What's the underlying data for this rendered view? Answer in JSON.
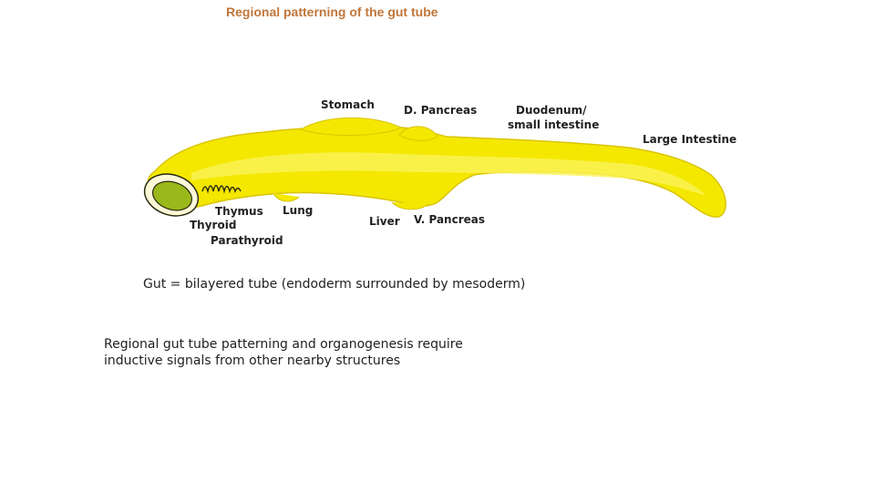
{
  "slide": {
    "title": "Regional patterning of the gut tube",
    "statement_1": "Gut = bilayered tube (endoderm surrounded by mesoderm)",
    "statement_2_line_1": "Regional gut tube patterning and organogenesis require",
    "statement_2_line_2": "inductive signals from other nearby structures"
  },
  "diagram": {
    "labels": {
      "stomach": "Stomach",
      "d_pancreas": "D. Pancreas",
      "duodenum_line_1": "Duodenum/",
      "duodenum_line_2": "small intestine",
      "large_intestine": "Large Intestine",
      "thymus": "Thymus",
      "lung": "Lung",
      "thyroid": "Thyroid",
      "parathyroid": "Parathyroid",
      "liver": "Liver",
      "v_pancreas": "V. Pancreas"
    },
    "colors": {
      "tube_fill": "#f4e800",
      "tube_outline": "#2a2a10",
      "lumen": "#9ab81a",
      "highlight": "#fbf35a"
    }
  }
}
